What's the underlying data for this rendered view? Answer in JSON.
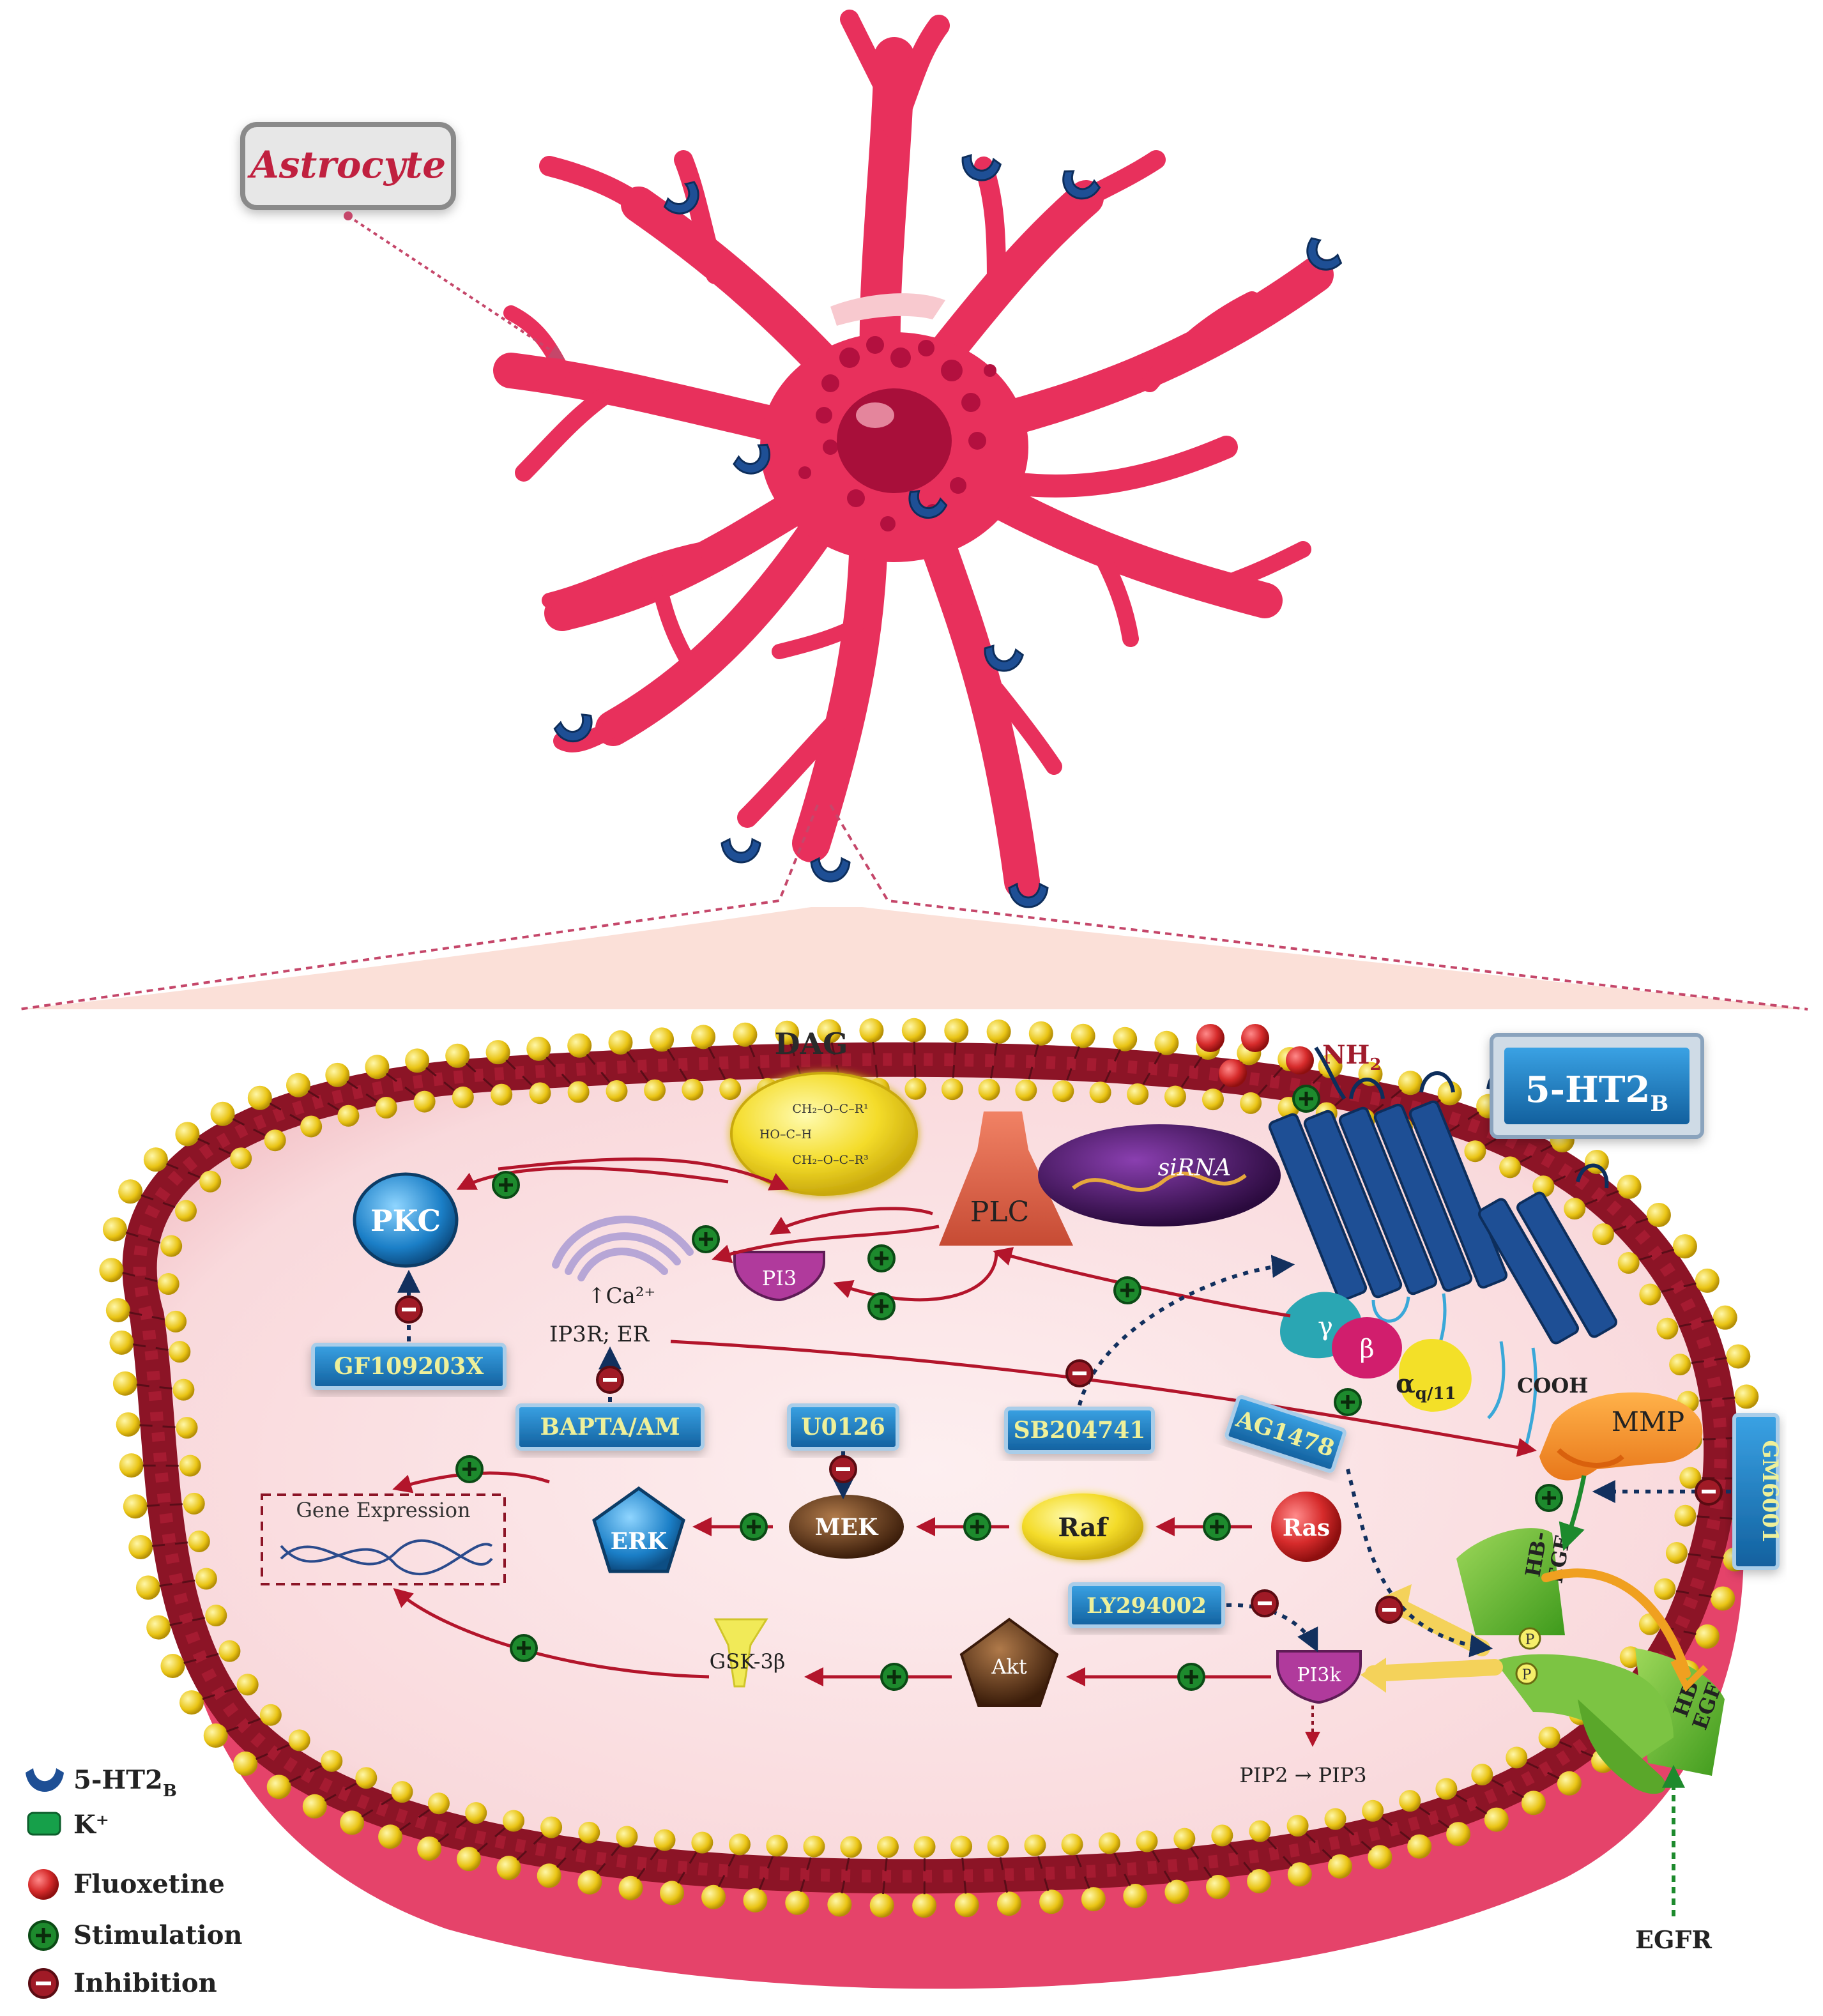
{
  "astrocyte_label": "Astrocyte",
  "receptor_box": {
    "main": "5-HT2",
    "sub": "B"
  },
  "membrane": {
    "dag": "DAG",
    "dag_formula": [
      "CH₂–O–C–R¹",
      "HO–C–H",
      "CH₂–O–C–R³"
    ],
    "plc": "PLC",
    "sirna": "siRNA",
    "nh2": "NH",
    "nh2_sub": "2",
    "cooh": "COOH",
    "gamma": "γ",
    "beta": "β",
    "alpha": "α",
    "alpha_sub": "q/11",
    "mmp": "MMP"
  },
  "nodes": {
    "pkc": "PKC",
    "pi3": "PI3",
    "ca": "↑Ca²⁺",
    "ip3r": "IP3R; ER",
    "gene_expression": "Gene Expression",
    "erk": "ERK",
    "mek": "MEK",
    "raf": "Raf",
    "ras": "Ras",
    "akt": "Akt",
    "gsk": "GSK-3β",
    "pi3k": "PI3k",
    "pip": "PIP2 → PIP3",
    "hb_egf": [
      "HB-",
      "EGF"
    ],
    "egfr": "EGFR",
    "p": "P"
  },
  "inhibitors": {
    "gf109203x": "GF109203X",
    "bapta": "BAPTA/AM",
    "u0126": "U0126",
    "sb204741": "SB204741",
    "ag1478": "AG1478",
    "gm6001": "GM6001",
    "ly294002": "LY294002"
  },
  "legend": [
    {
      "icon": "receptor-icon",
      "label": "5-HT2",
      "sub": "B"
    },
    {
      "icon": "potassium-icon",
      "label": "K⁺",
      "sub": ""
    },
    {
      "icon": "fluoxetine-icon",
      "label": "Fluoxetine",
      "sub": ""
    },
    {
      "icon": "stimulation-icon",
      "label": "Stimulation",
      "sub": ""
    },
    {
      "icon": "inhibition-icon",
      "label": "Inhibition",
      "sub": ""
    }
  ],
  "colors": {
    "astrocyte": "#e8305c",
    "nucleus": "#a80f3a",
    "cell_fill": "#fbe4e6",
    "membrane_dark": "#8c1426",
    "lipid_head": "#f2d020",
    "receptor_blue": "#1e4f95",
    "inhibitor_box": "#1f7fc9",
    "inhibitor_text": "#eef09a",
    "stim_green": "#1d8a2d",
    "arrow_red": "#b3152b"
  }
}
